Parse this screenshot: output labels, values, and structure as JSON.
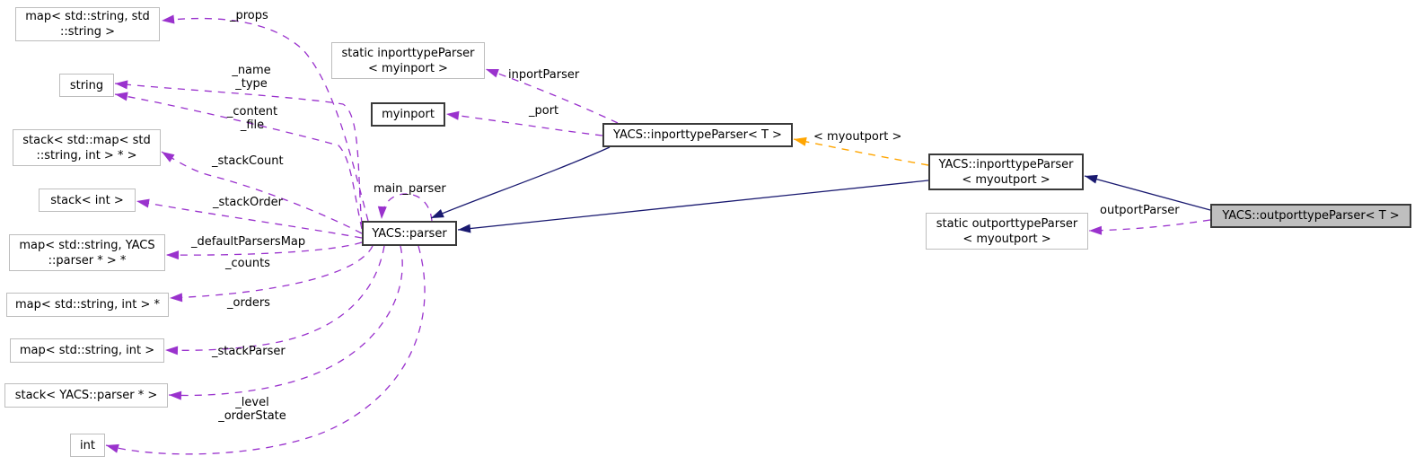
{
  "diagram_type": "doxygen-collaboration-graph",
  "colors": {
    "usage_edge": "#9a32cd",
    "inheritance_edge": "#191970",
    "template_instance_edge": "#ffa500",
    "external_node_border": "#bdbdbd",
    "documented_node_border": "#3a3a3a",
    "current_node_fill": "#bfbfbf",
    "background": "#ffffff"
  },
  "nodes": [
    {
      "id": "map-string-string",
      "label": "map< std::string, std\n::string >"
    },
    {
      "id": "string",
      "label": "string"
    },
    {
      "id": "stack-map-string-int-ptr",
      "label": "stack< std::map< std\n::string, int > * >"
    },
    {
      "id": "stack-int",
      "label": "stack< int >"
    },
    {
      "id": "map-string-yacs-parser-ptr",
      "label": "map< std::string, YACS\n::parser * > *"
    },
    {
      "id": "map-string-int-ptr",
      "label": "map< std::string, int > *"
    },
    {
      "id": "map-string-int",
      "label": "map< std::string, int >"
    },
    {
      "id": "stack-yacs-parser-ptr",
      "label": "stack< YACS::parser * >"
    },
    {
      "id": "int",
      "label": "int"
    },
    {
      "id": "static-inporttypeparser",
      "label": "static inporttypeParser\n< myinport >"
    },
    {
      "id": "myinport",
      "label": "myinport"
    },
    {
      "id": "yacs-parser",
      "label": "YACS::parser"
    },
    {
      "id": "inporttypeparser-t",
      "label": "YACS::inporttypeParser< T >"
    },
    {
      "id": "inporttypeparser-myoutport",
      "label": "YACS::inporttypeParser\n< myoutport >"
    },
    {
      "id": "static-outporttypeparser",
      "label": "static outporttypeParser\n< myoutport >"
    },
    {
      "id": "outporttypeparser-t",
      "label": "YACS::outporttypeParser< T >"
    }
  ],
  "edge_labels": [
    {
      "id": "props",
      "text": "_props"
    },
    {
      "id": "name-type",
      "text": "_name\n_type"
    },
    {
      "id": "content-file",
      "text": "_content\n_file"
    },
    {
      "id": "stackcount",
      "text": "_stackCount"
    },
    {
      "id": "stackorder",
      "text": "_stackOrder"
    },
    {
      "id": "main-parser",
      "text": "main_parser"
    },
    {
      "id": "defaultparsersmap",
      "text": "_defaultParsersMap"
    },
    {
      "id": "counts",
      "text": "_counts"
    },
    {
      "id": "orders",
      "text": "_orders"
    },
    {
      "id": "stackparser",
      "text": "_stackParser"
    },
    {
      "id": "level-orderstate",
      "text": "_level\n_orderState"
    },
    {
      "id": "inportparser",
      "text": "inportParser"
    },
    {
      "id": "port",
      "text": "_port"
    },
    {
      "id": "template-arg",
      "text": "< myoutport >"
    },
    {
      "id": "outportparser",
      "text": "outportParser"
    }
  ]
}
